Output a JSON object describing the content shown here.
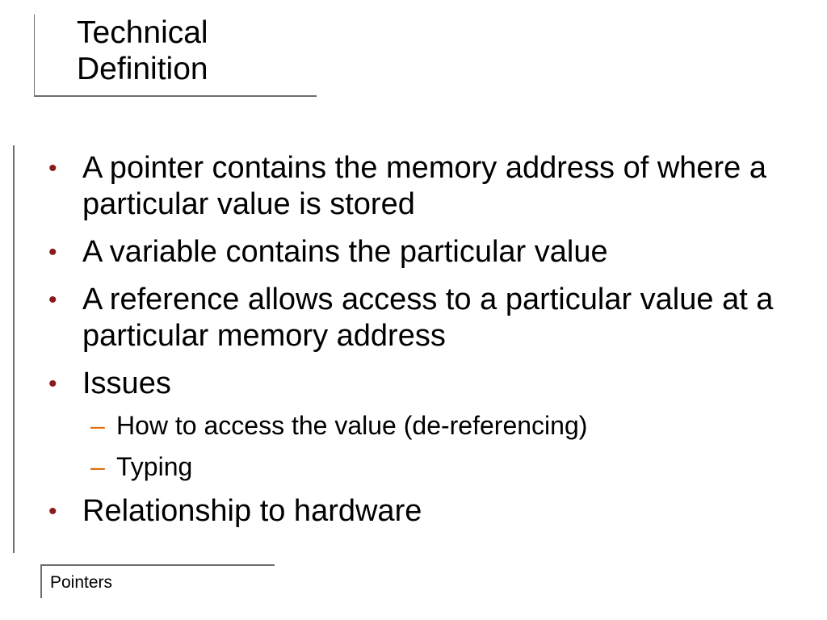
{
  "slide": {
    "title": "Technical Definition",
    "bullets": [
      "A pointer contains the memory address of where a particular value is stored",
      "A variable contains the particular value",
      "A reference allows access to a particular value at a particular memory address",
      "Issues",
      "Relationship to hardware"
    ],
    "sub_bullets": [
      "How to access the value (de-referencing)",
      "Typing"
    ],
    "bullet_marker": "•",
    "sub_marker": "–",
    "footer": "Pointers"
  },
  "colors": {
    "bullet_marker": "#8b1a1a",
    "sub_marker": "#e36c0a",
    "frame_lines": "#6e6e6e"
  }
}
